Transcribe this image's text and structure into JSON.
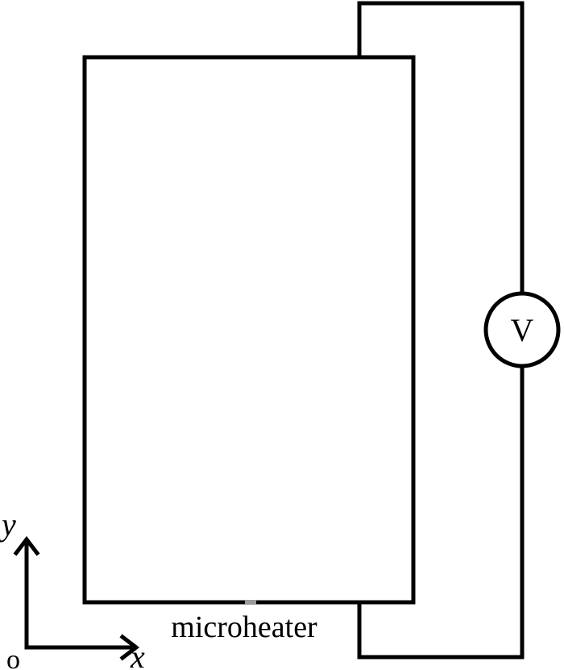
{
  "labels": {
    "microheater": "microheater",
    "voltmeter": "V",
    "axis_y": "y",
    "axis_x": "x",
    "origin": "o"
  },
  "colors": {
    "stroke": "#000000",
    "background": "#ffffff",
    "heater_mark": "#9a9a9a"
  }
}
